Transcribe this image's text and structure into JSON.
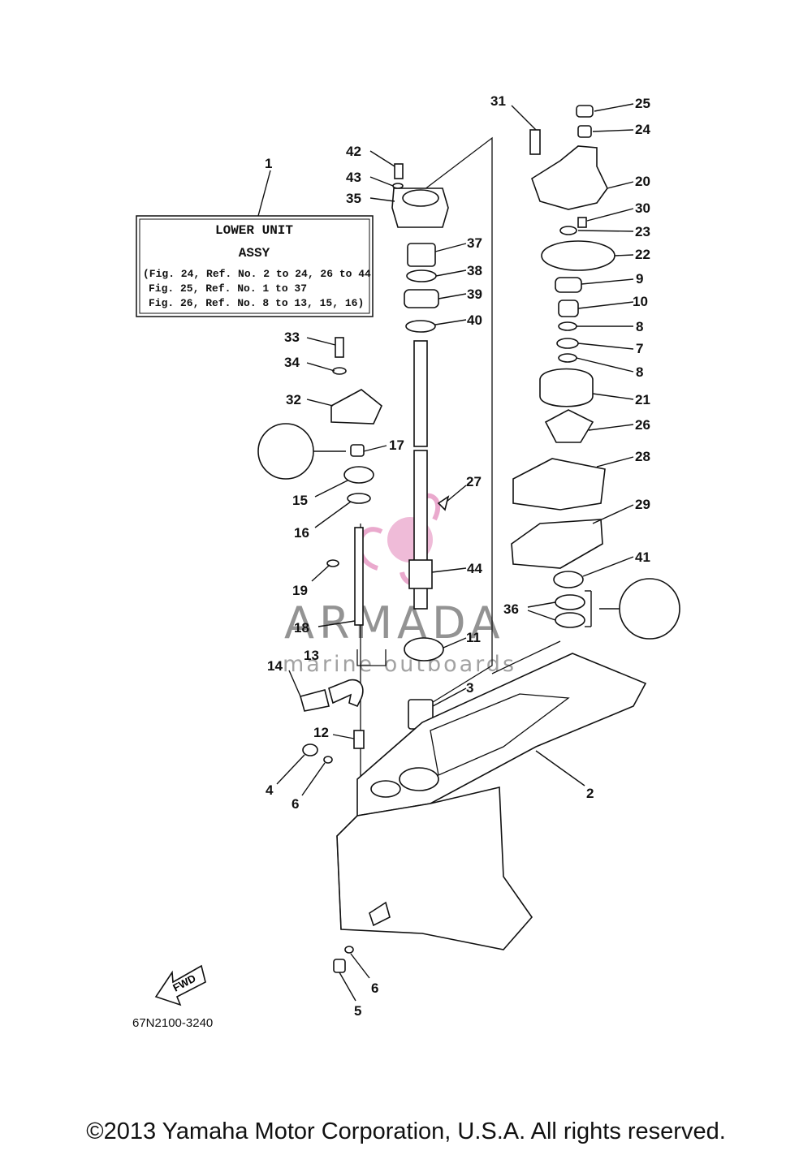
{
  "label_box": {
    "title1": "LOWER UNIT",
    "title2": "ASSY",
    "line1": "(Fig. 24, Ref. No. 2 to 24, 26 to 44",
    "line2": "Fig. 25, Ref. No. 1 to 37",
    "line3": "Fig. 26, Ref. No. 8 to 13, 15, 16)"
  },
  "callouts": {
    "n1": "1",
    "n2": "2",
    "n3": "3",
    "n4": "4",
    "n5": "5",
    "n6a": "6",
    "n6b": "6",
    "n7": "7",
    "n8a": "8",
    "n8b": "8",
    "n9": "9",
    "n10": "10",
    "n11": "11",
    "n12": "12",
    "n13": "13",
    "n14": "14",
    "n15": "15",
    "n16": "16",
    "n17": "17",
    "n18": "18",
    "n19": "19",
    "n20": "20",
    "n21": "21",
    "n22": "22",
    "n23": "23",
    "n24": "24",
    "n25": "25",
    "n26": "26",
    "n27": "27",
    "n28": "28",
    "n29": "29",
    "n30": "30",
    "n31": "31",
    "n32": "32",
    "n33": "33",
    "n34": "34",
    "n35": "35",
    "n36": "36",
    "n37": "37",
    "n38": "38",
    "n39": "39",
    "n40": "40",
    "n41": "41",
    "n42": "42",
    "n43": "43",
    "n44": "44"
  },
  "fwd_label": "FWD",
  "part_code": "67N2100-3240",
  "watermark": {
    "brand": "ARMADA",
    "tagline": "marine outboards"
  },
  "copyright": "©2013 Yamaha Motor Corporation, U.S.A. All rights reserved.",
  "colors": {
    "watermark_pink": "#e8a0c8",
    "line": "#111111"
  }
}
